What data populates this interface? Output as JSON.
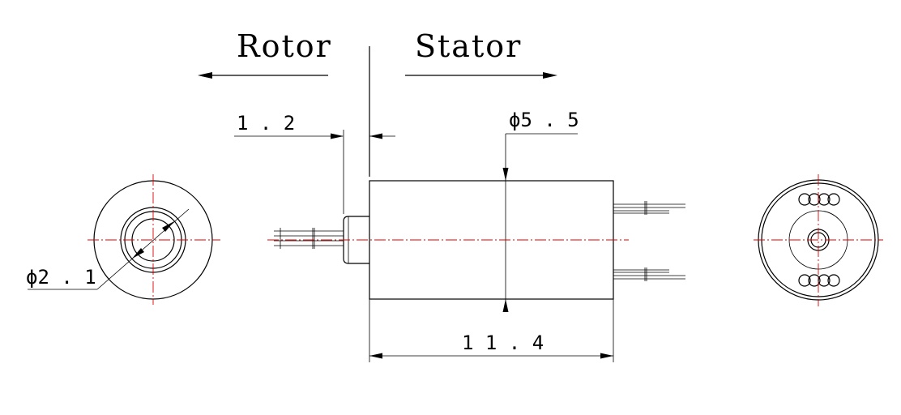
{
  "labels": {
    "rotor": "Rotor",
    "stator": "Stator"
  },
  "dimensions": {
    "gap": "1 . 2",
    "diameter_body": "ϕ5 . 5",
    "diameter_shaft": "ϕ2 . 1",
    "length": "1 1 . 4"
  },
  "colors": {
    "outline": "#000000",
    "centerline": "#e00000"
  }
}
